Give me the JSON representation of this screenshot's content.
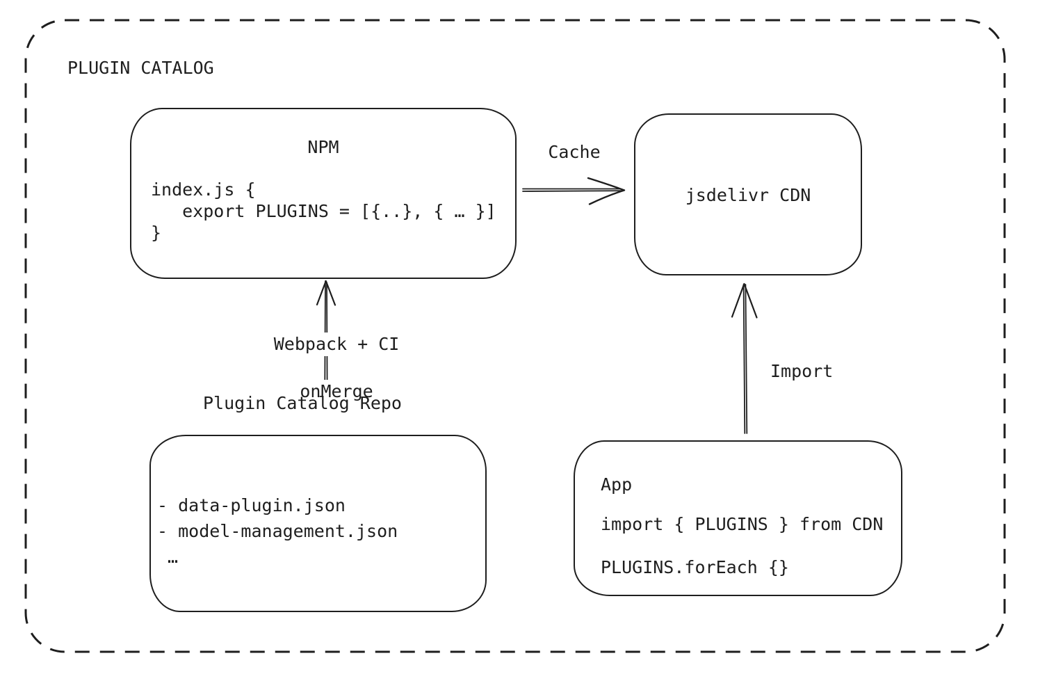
{
  "frame": {
    "title": "PLUGIN CATALOG"
  },
  "nodes": {
    "npm": {
      "title": "NPM",
      "code": [
        "index.js {",
        "   export PLUGINS = [{..}, { … }]",
        "}"
      ]
    },
    "cdn": {
      "title": "jsdelivr CDN"
    },
    "repo": {
      "label": "Plugin Catalog Repo",
      "items": [
        "- data-plugin.json",
        "- model-management.json",
        " …"
      ]
    },
    "app": {
      "title": "App",
      "code": [
        "import { PLUGINS } from CDN",
        "PLUGINS.forEach {}"
      ]
    }
  },
  "edges": {
    "cache": {
      "label": "Cache",
      "from": "NPM",
      "to": "jsdelivr CDN"
    },
    "build": {
      "labels": [
        "Webpack + CI",
        "onMerge"
      ],
      "from": "Plugin Catalog Repo",
      "to": "NPM"
    },
    "import": {
      "label": "Import",
      "from": "App",
      "to": "jsdelivr CDN"
    }
  },
  "colors": {
    "stroke": "#1e1e1e",
    "canvas": "#ffffff"
  }
}
